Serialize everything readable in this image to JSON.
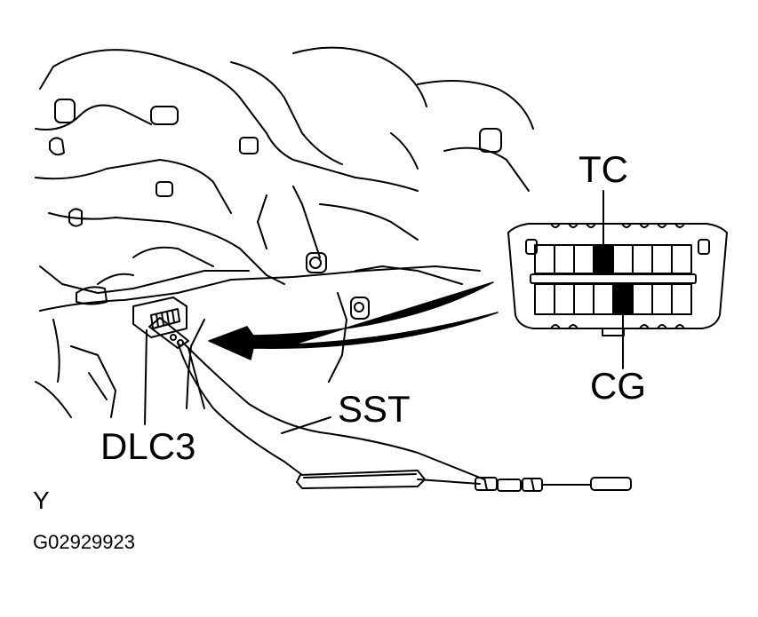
{
  "labels": {
    "tc": "TC",
    "cg": "CG",
    "sst": "SST",
    "dlc3": "DLC3",
    "view_marker": "Y",
    "figure_id": "G02929923"
  },
  "colors": {
    "line": "#000000",
    "background": "#ffffff"
  }
}
